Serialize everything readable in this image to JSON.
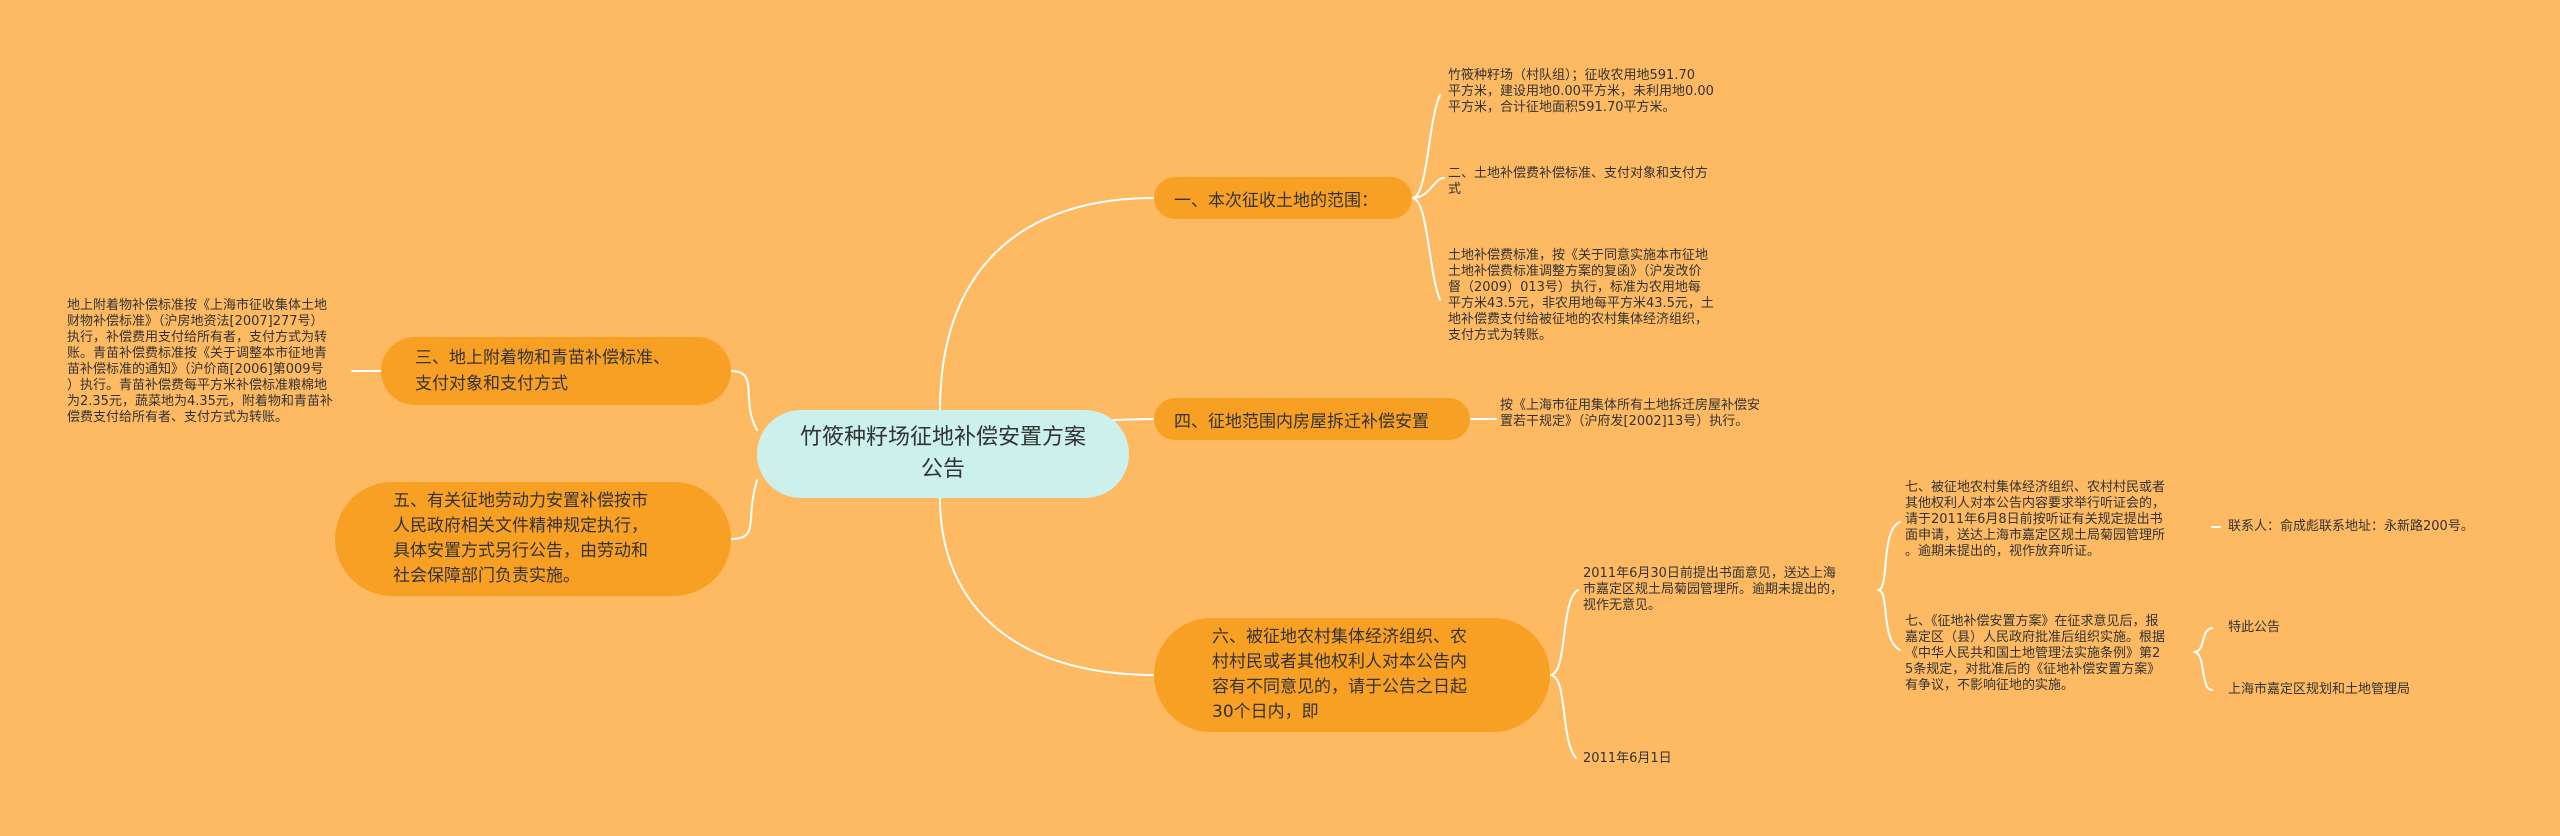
{
  "root": {
    "title": "竹筱种籽场征地补偿安置方案公告"
  },
  "branches": {
    "b1": {
      "label": "一、本次征收土地的范围：",
      "leaves": [
        [
          "竹筱种籽场（村队组）；征收农用地591.70",
          "平方米，建设用地0.00平方米，未利用地0.00",
          "平方米，合计征地面积591.70平方米。"
        ],
        [
          "二、土地补偿费补偿标准、支付对象和支付方",
          "式"
        ],
        [
          "土地补偿费标准，按《关于同意实施本市征地",
          "土地补偿费标准调整方案的复函》（沪发改价",
          "督（2009）013号）执行，标准为农用地每",
          "平方米43.5元，非农用地每平方米43.5元，土",
          "地补偿费支付给被征地的农村集体经济组织，",
          "支付方式为转账。"
        ]
      ]
    },
    "b4": {
      "label": "四、征地范围内房屋拆迁补偿安置",
      "leaf": [
        "按《上海市征用集体所有土地拆迁房屋补偿安",
        "置若干规定》（沪府发[2002]13号）执行。"
      ]
    },
    "b3": {
      "label": [
        "三、地上附着物和青苗补偿标准、",
        "支付对象和支付方式"
      ],
      "leaf": [
        "地上附着物补偿标准按《上海市征收集体土地",
        "财物补偿标准》（沪房地资法[2007]277号）",
        "执行，补偿费用支付给所有者，支付方式为转",
        "账。青苗补偿费标准按《关于调整本市征地青",
        "苗补偿标准的通知》（沪价商[2006]第009号",
        "）执行。青苗补偿费每平方米补偿标准粮棉地",
        "为2.35元，蔬菜地为4.35元，附着物和青苗补",
        "偿费支付给所有者、支付方式为转账。"
      ]
    },
    "b5": {
      "label": [
        "五、有关征地劳动力安置补偿按市",
        "人民政府相关文件精神规定执行，",
        "具体安置方式另行公告，由劳动和",
        "社会保障部门负责实施。"
      ]
    },
    "b6": {
      "label": [
        "六、被征地农村集体经济组织、农",
        "村村民或者其他权利人对本公告内",
        "容有不同意见的，请于公告之日起",
        "30个日内，即"
      ],
      "mid1": [
        "2011年6月30日前提出书面意见，送达上海",
        "市嘉定区规土局菊园管理所。逾期未提出的，",
        "视作无意见。"
      ],
      "sub1": [
        "七、被征地农村集体经济组织、农村村民或者",
        "其他权利人对本公告内容要求举行听证会的，",
        "请于2011年6月8日前按听证有关规定提出书",
        "面申请，送达上海市嘉定区规土局菊园管理所",
        "。逾期未提出的，视作放弃听证。"
      ],
      "contact": "联系人：俞成彪联系地址：永新路200号。",
      "sub2": [
        "七、《征地补偿安置方案》在征求意见后，报",
        "嘉定区（县）人民政府批准后组织实施。根据",
        "《中华人民共和国土地管理法实施条例》第2",
        "5条规定，对批准后的《征地补偿安置方案》",
        "有争议，不影响征地的实施。"
      ],
      "notice": "特此公告",
      "issuer": "上海市嘉定区规划和土地管理局",
      "date": "2011年6月1日"
    }
  }
}
